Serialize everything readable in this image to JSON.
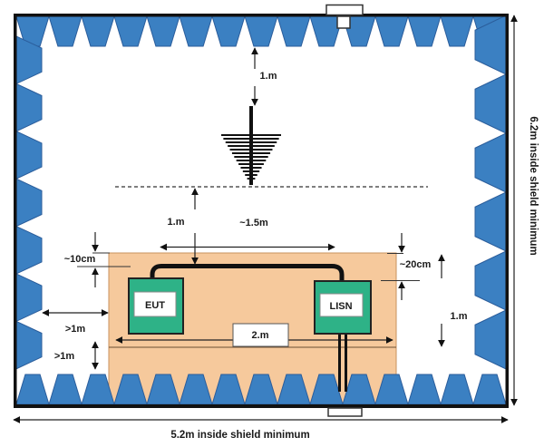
{
  "dimensions": {
    "antenna_top_clearance": "1.m",
    "antenna_to_table": "1.m",
    "antenna_horizontal": "~1.5m",
    "cable_edge_offset": "~10cm",
    "lisn_edge_offset": "~20cm",
    "table_height": "1.m",
    "side_wall_clearance": ">1m",
    "floor_clearance": ">1m",
    "table_span": "2.m",
    "right_total": "6.2m inside shield minimum",
    "bottom_total": "5.2m inside shield minimum"
  },
  "equipment": {
    "eut": "EUT",
    "lisn": "LISN"
  },
  "colors": {
    "absorber_blue": "#3b80c2",
    "absorber_border": "#2b5d9b",
    "table_tan": "#f6c99c",
    "equipment_green": "#2eb287",
    "wall_black": "#111111"
  }
}
